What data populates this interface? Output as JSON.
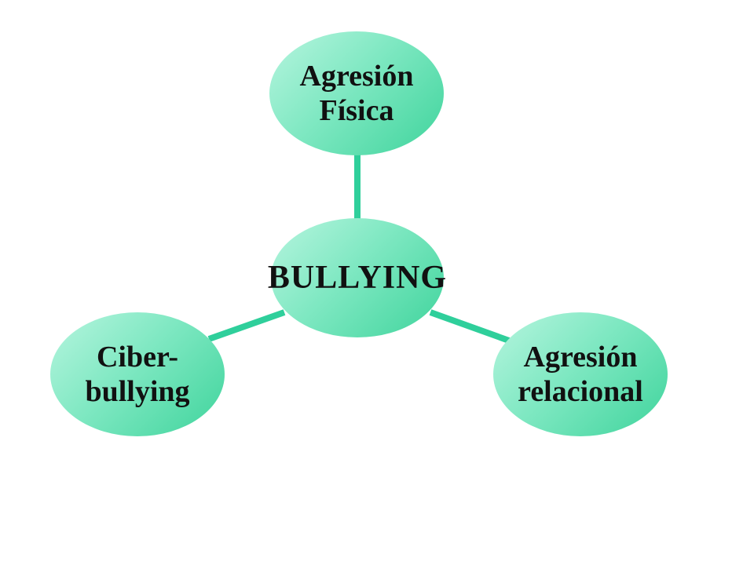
{
  "diagram": {
    "center": {
      "label": "BULLYING"
    },
    "branches": [
      {
        "id": "top",
        "lines": [
          "Agresión",
          "Física"
        ]
      },
      {
        "id": "left",
        "lines": [
          "Ciber-",
          "bullying"
        ]
      },
      {
        "id": "right",
        "lines": [
          "Agresión",
          "relacional"
        ]
      }
    ]
  },
  "colors": {
    "connector": "#2fcf9b",
    "node_light": "#b7f5df",
    "node_mid": "#7fe8c2",
    "node_dark": "#3fd49c",
    "text": "#111111",
    "background": "#ffffff"
  }
}
